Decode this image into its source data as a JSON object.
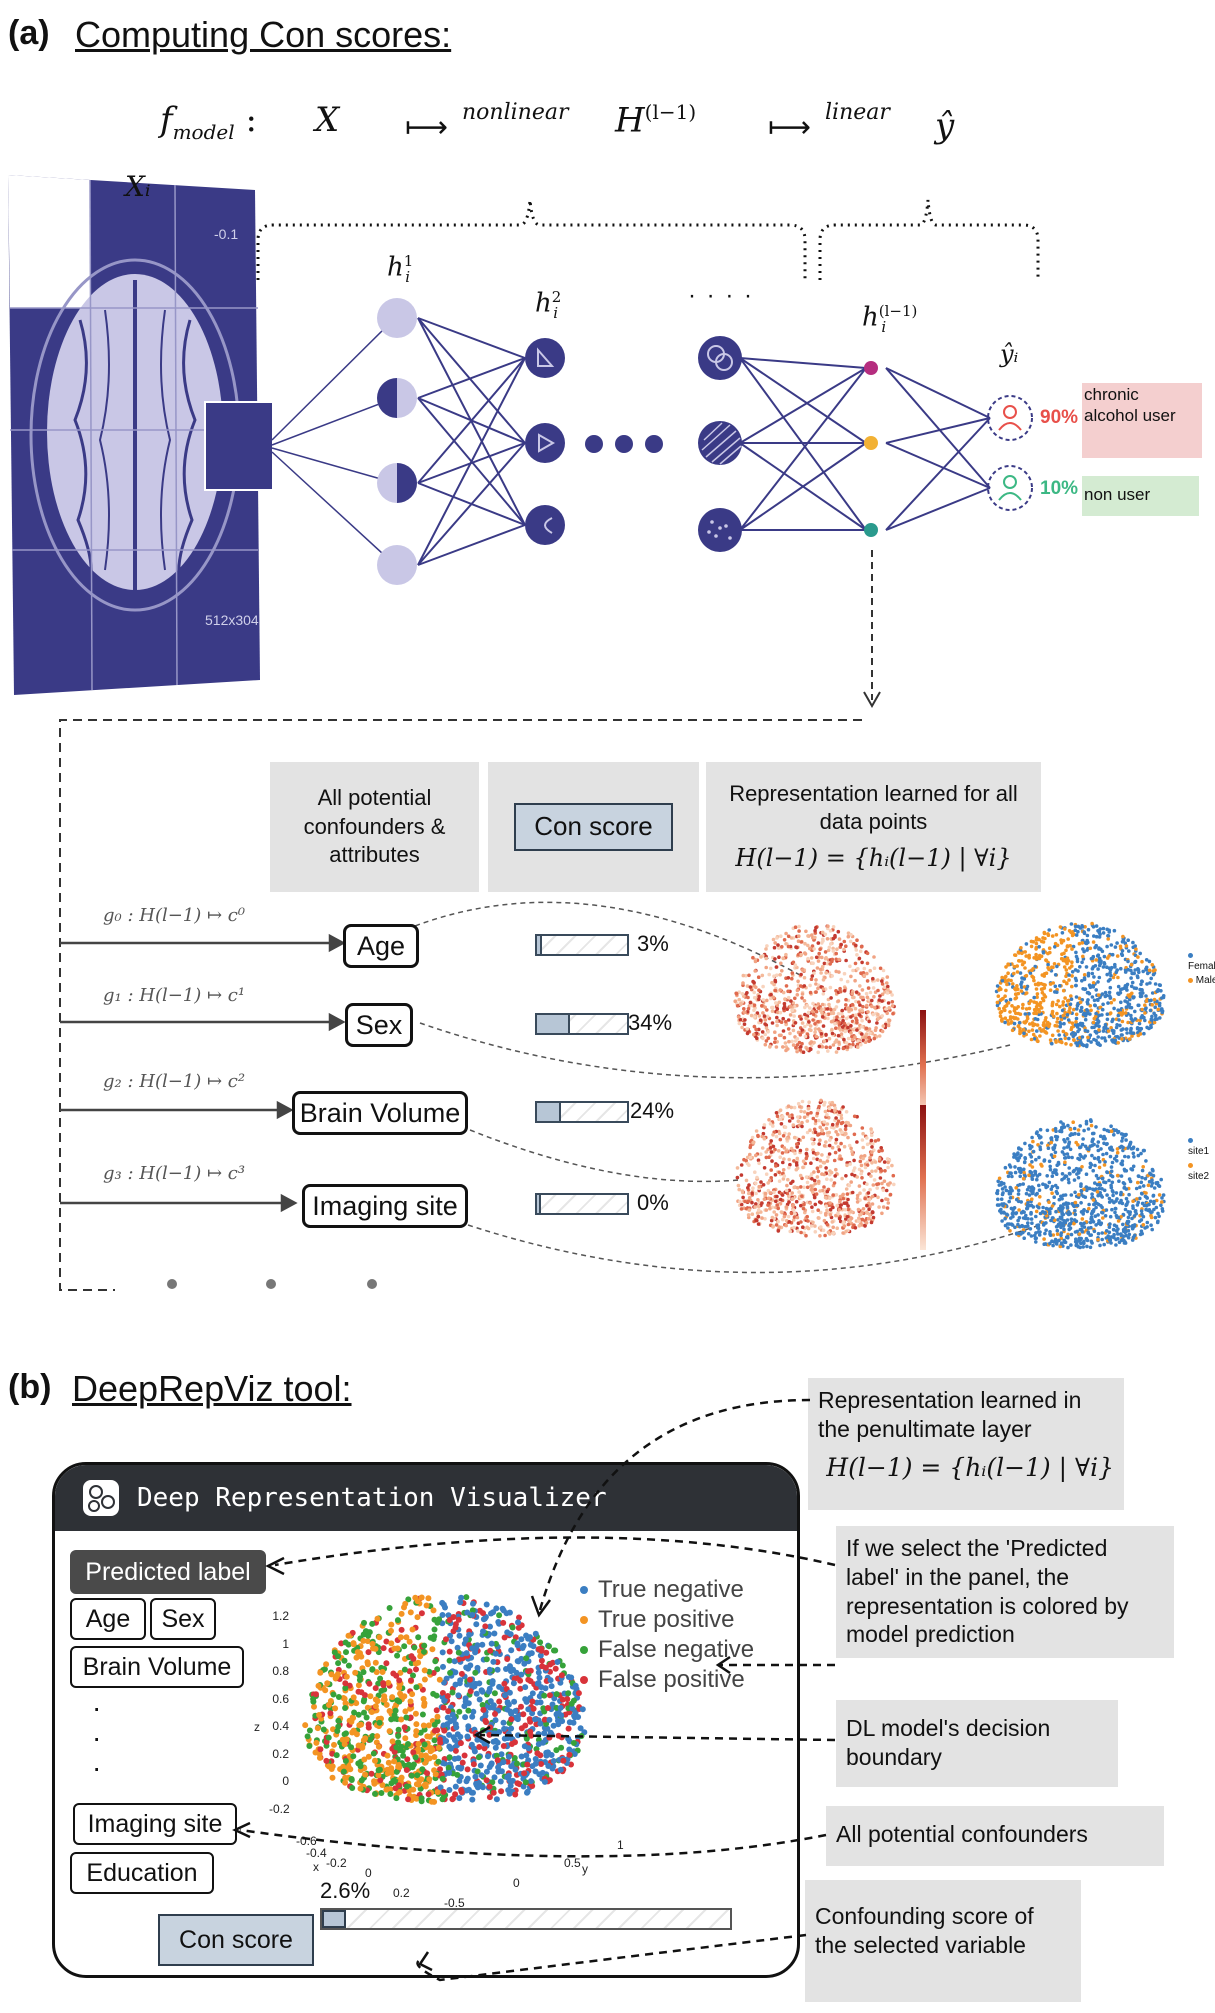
{
  "panel_a": {
    "letter": "(a)",
    "title": "Computing Con scores:",
    "formula": {
      "f": "f",
      "f_sub": "model",
      "colon": ":",
      "x": "X",
      "arrow1": "⟼",
      "arrow1_sup": "nonlinear",
      "h": "H",
      "h_sup": "(l−1)",
      "arrow2": "⟼",
      "arrow2_sup": "linear",
      "yhat": "ŷ"
    },
    "mri_label": "Xᵢ",
    "mri_corner_text": "-0.1",
    "mri_size_text": "512x304",
    "layer_labels": {
      "h1": "h",
      "h1_sup": "1",
      "h2": "h",
      "h2_sup": "2",
      "hl": "h",
      "hl_sup": "(l−1)",
      "i": "i",
      "yhat_i": "ŷᵢ",
      "ellipsis_dots": "· · · ·"
    },
    "outputs": [
      {
        "pct": "90%",
        "label": "chronic alcohol user",
        "color": "#e8504a",
        "bg": "#f4cfcf"
      },
      {
        "pct": "10%",
        "label": "non user",
        "color": "#3cb884",
        "bg": "#d4ebd2"
      }
    ],
    "header_boxes": {
      "confounders": "All potential confounders & attributes",
      "con_score": "Con score",
      "representation": "Representation learned for all data points",
      "representation_formula": "H(l−1) = {hᵢ(l−1) | ∀i}"
    },
    "rows": [
      {
        "g": "g₀ : H(l−1) ↦ c⁰",
        "name": "Age",
        "score": 3,
        "score_text": "3%"
      },
      {
        "g": "g₁ : H(l−1) ↦ c¹",
        "name": "Sex",
        "score": 34,
        "score_text": "34%"
      },
      {
        "g": "g₂ : H(l−1) ↦ c²",
        "name": "Brain Volume",
        "score": 24,
        "score_text": "24%"
      },
      {
        "g": "g₃ : H(l−1) ↦ c³",
        "name": "Imaging site",
        "score": 0,
        "score_text": "0%"
      }
    ],
    "scatter_legends": {
      "sex": [
        "Female",
        "Male"
      ],
      "site": [
        "site1",
        "site2"
      ]
    },
    "colors": {
      "navy": "#3a3a86",
      "lav": "#c5c3e3",
      "blue": "#3b7ec2",
      "orange": "#f39423",
      "green": "#36a23a",
      "red": "#d8333a"
    }
  },
  "panel_b": {
    "letter": "(b)",
    "title": "DeepRepViz tool:",
    "window_title": "Deep Representation Visualizer",
    "sidebar": {
      "selected": "Predicted label",
      "items": [
        "Age",
        "Sex",
        "Brain Volume",
        "Imaging site",
        "Education"
      ],
      "vertical_dots": "·"
    },
    "legend": [
      "True negative",
      "True positive",
      "False negative",
      "False positive"
    ],
    "z_ticks": [
      "1.2",
      "1",
      "0.8",
      "0.6",
      "0.4",
      "0.2",
      "0",
      "-0.2"
    ],
    "axis_labels": {
      "z": "z",
      "x": "x",
      "y": "y"
    },
    "bottom_ticks": [
      "-0.6",
      "-0.4",
      "-0.2",
      "0",
      "0.2",
      "-0.5",
      "0",
      "0.5",
      "1"
    ],
    "con_score_button": "Con score",
    "con_score_value": "2.6%",
    "con_score": 2.6,
    "annotations": {
      "representation": "Representation learned in the penultimate layer",
      "representation_formula": "H(l−1) = {hᵢ(l−1) | ∀i}",
      "predicted_label": "If we select the 'Predicted label' in the panel, the representation is colored by model prediction",
      "decision_boundary": "DL model's decision boundary",
      "confounders": "All potential confounders",
      "confounding_score": "Confounding score of the selected variable"
    }
  }
}
